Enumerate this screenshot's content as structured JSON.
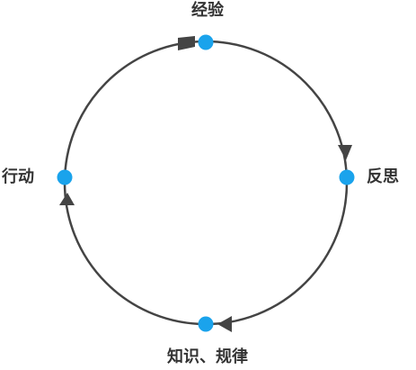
{
  "nodes": {
    "top": {
      "label": "经验"
    },
    "right": {
      "label": "反思"
    },
    "bottom": {
      "label": "知识、规律"
    },
    "left": {
      "label": "行动"
    }
  },
  "colors": {
    "node": "#1aa3ec",
    "ring": "#444444",
    "arrow": "#444444",
    "text": "#333333"
  }
}
